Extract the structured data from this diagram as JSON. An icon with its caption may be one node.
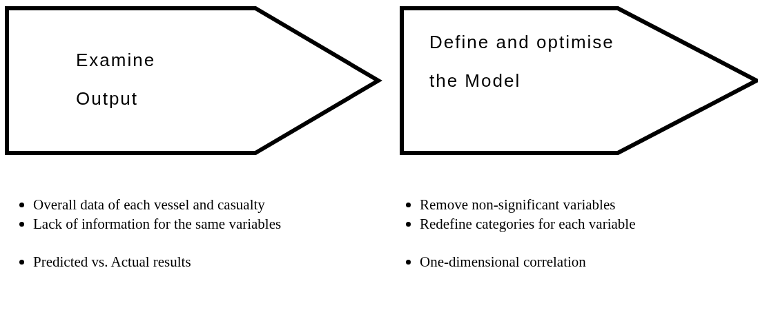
{
  "diagram": {
    "nodes": [
      {
        "text": [
          "Examine Output"
        ]
      },
      {
        "text": [
          "Define and optimise the Model"
        ]
      }
    ],
    "labels": [
      "Overall data of each vessel and casualty",
      "Remove non-significant variables",
      "Lack of information for the same variables",
      "Redefine categories for each variable",
      "Predicted vs. Actual results",
      "One-dimensional correlation"
    ]
  }
}
